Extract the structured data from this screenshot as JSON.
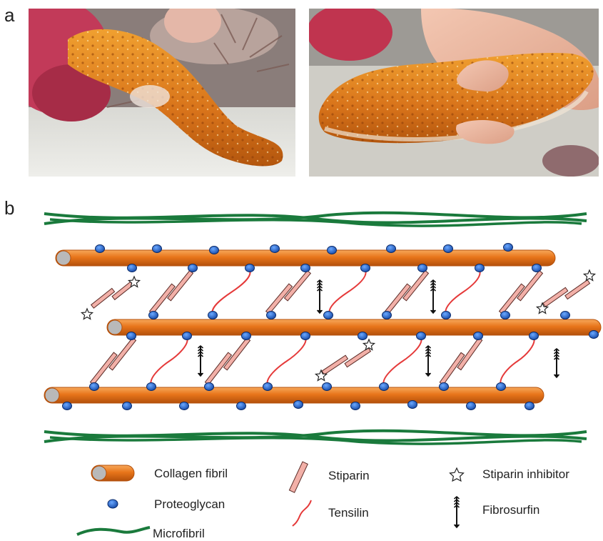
{
  "panels": {
    "a_label": "a",
    "b_label": "b"
  },
  "photos": [
    {
      "subject": "sea cucumber on sand among corals, relaxed",
      "icon": "sea-cucumber-photo"
    },
    {
      "subject": "sea cucumber held by a hand, stiffened",
      "icon": "sea-cucumber-photo"
    }
  ],
  "legend": {
    "collagen_fibril": "Collagen fibril",
    "proteoglycan": "Proteoglycan",
    "microfibril": "Microfibril",
    "stiparin": "Stiparin",
    "tensilin": "Tensilin",
    "stiparin_inhibitor": "Stiparin inhibitor",
    "fibrosurfin": "Fibrosurfin"
  },
  "colors": {
    "fibril": "#e8751a",
    "fibril_end": "#b9b9b9",
    "proteoglycan": "#1f63c9",
    "microfibril": "#1a7a3c",
    "stiparin": "#f2b0a8",
    "tensilin": "#e53a3a",
    "fibrosurfin": "#111111"
  }
}
